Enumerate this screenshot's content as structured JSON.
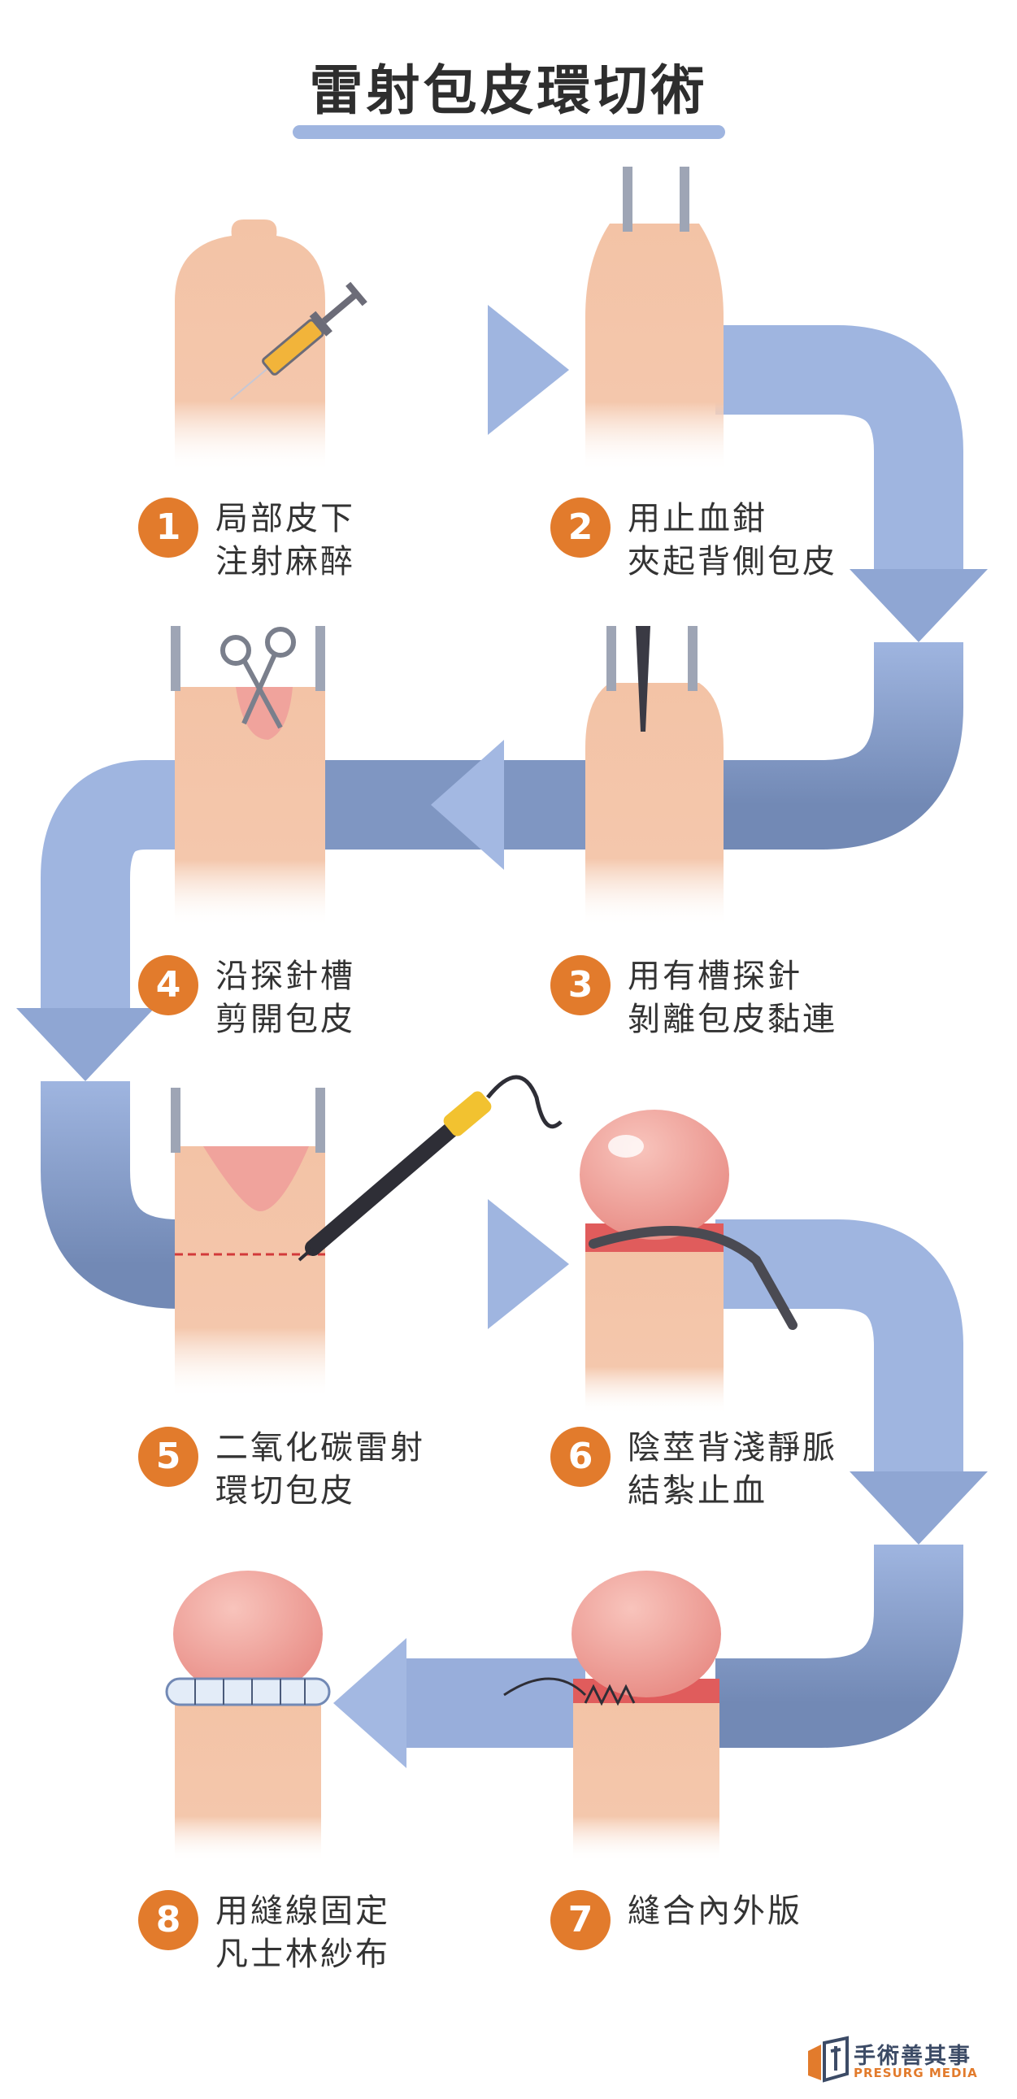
{
  "title": "雷射包皮環切術",
  "steps": [
    {
      "num": "1",
      "line1": "局部皮下",
      "line2": "注射麻醉"
    },
    {
      "num": "2",
      "line1": "用止血鉗",
      "line2": "夾起背側包皮"
    },
    {
      "num": "3",
      "line1": "用有槽探針",
      "line2": "剝離包皮黏連"
    },
    {
      "num": "4",
      "line1": "沿探針槽",
      "line2": "剪開包皮"
    },
    {
      "num": "5",
      "line1": "二氧化碳雷射",
      "line2": "環切包皮"
    },
    {
      "num": "6",
      "line1": "陰莖背淺靜脈",
      "line2": "結紮止血"
    },
    {
      "num": "7",
      "line1": "縫合內外版",
      "line2": ""
    },
    {
      "num": "8",
      "line1": "用縫線固定",
      "line2": "凡士林紗布"
    }
  ],
  "logo": {
    "name_cn": "手術善其事",
    "name_en": "PRESURG MEDIA"
  },
  "colors": {
    "flow_light": "#9fb5e0",
    "flow_dark": "#7289b5",
    "badge": "#e27b2c",
    "skin": "#f3c3a6",
    "glans": "#f0a39c"
  }
}
